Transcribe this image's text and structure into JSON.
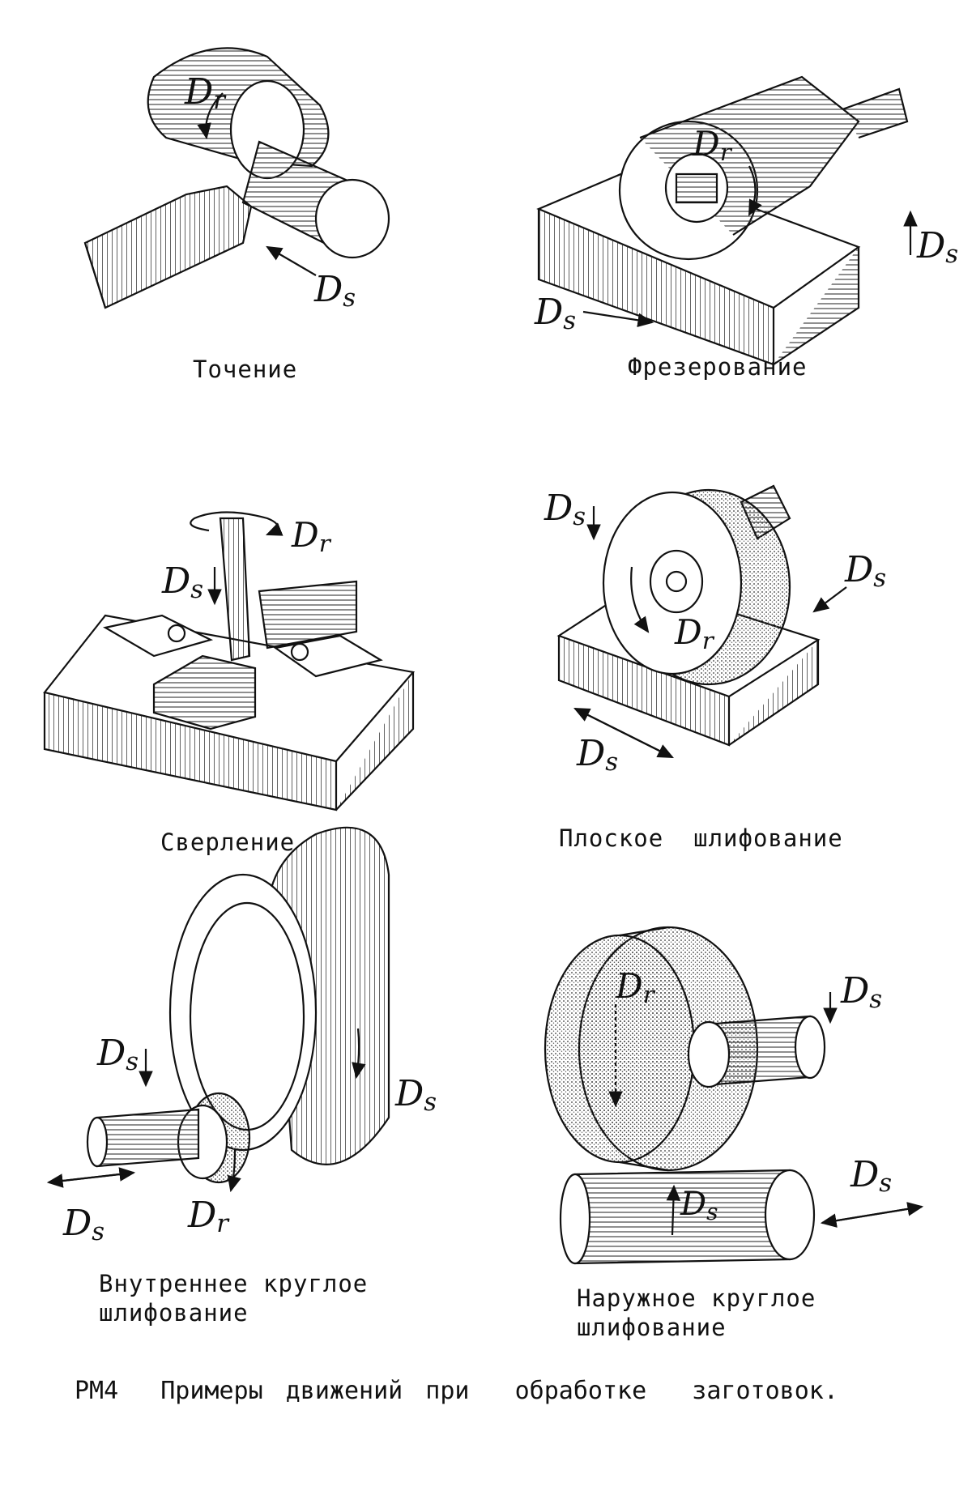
{
  "panels": [
    {
      "caption": "Точение",
      "labels": {
        "rot": "Dr",
        "feed": "Ds"
      }
    },
    {
      "caption": "Фрезерование",
      "labels": {
        "rot": "Dr",
        "feed1": "Ds",
        "feed2": "Ds"
      }
    },
    {
      "caption": "Сверление",
      "labels": {
        "rot": "Dr",
        "feed": "Ds"
      }
    },
    {
      "caption": "Плоское  шлифование",
      "labels": {
        "rot": "Dr",
        "feed1": "Ds",
        "feed2": "Ds",
        "feed3": "Ds"
      }
    },
    {
      "caption_line1": "Внутреннее круглое",
      "caption_line2": "шлифование",
      "labels": {
        "rot": "Dr",
        "feed1": "Ds",
        "feed2": "Ds",
        "feed3": "Ds"
      }
    },
    {
      "caption_line1": "Наружное круглое",
      "caption_line2": "шлифование",
      "labels": {
        "rot": "Dr",
        "feed1": "Ds",
        "feed2": "Ds",
        "feed3": "Ds"
      }
    }
  ],
  "footer": {
    "code": "PM4",
    "text": "Примеры движений при  обработке  заготовок."
  }
}
